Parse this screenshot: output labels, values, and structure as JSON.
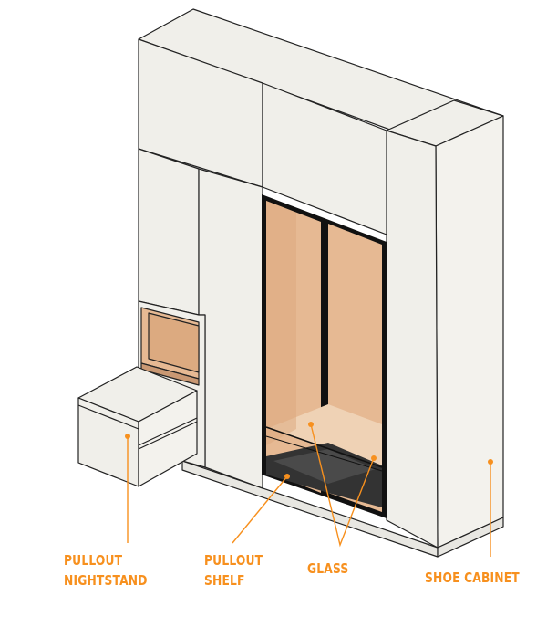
{
  "labels": {
    "nightstand": {
      "line1": "PULLOUT",
      "line2": "NIGHTSTAND"
    },
    "shelf": {
      "line1": "PULLOUT",
      "line2": "SHELF"
    },
    "glass": "GLASS",
    "shoe_cabinet": "SHOE CABINET"
  },
  "colors": {
    "annotation": "#f7901e",
    "panel": "#f0efea",
    "interior": "#e6b993",
    "outline": "#222222",
    "frame": "#111111"
  }
}
